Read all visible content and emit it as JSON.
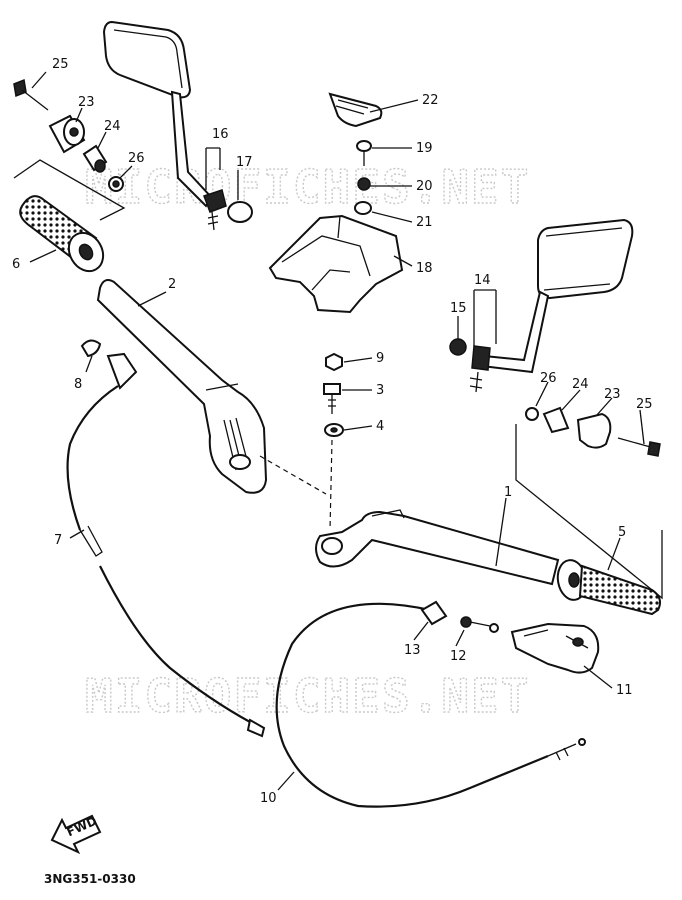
{
  "watermark": "MICROFICHES.NET",
  "diagram_code": "3NG351-0330",
  "fwd_label": "FWD",
  "callouts": {
    "c1": "1",
    "c2": "2",
    "c3": "3",
    "c4": "4",
    "c5": "5",
    "c6": "6",
    "c7": "7",
    "c8": "8",
    "c9": "9",
    "c10": "10",
    "c11": "11",
    "c12": "12",
    "c13": "13",
    "c14": "14",
    "c15": "15",
    "c16": "16",
    "c17": "17",
    "c18": "18",
    "c19": "19",
    "c20": "20",
    "c21": "21",
    "c22": "22",
    "c23_left": "23",
    "c24_left": "24",
    "c25_left": "25",
    "c26_left": "26",
    "c23_right": "23",
    "c24_right": "24",
    "c25_right": "25",
    "c26_right": "26"
  }
}
